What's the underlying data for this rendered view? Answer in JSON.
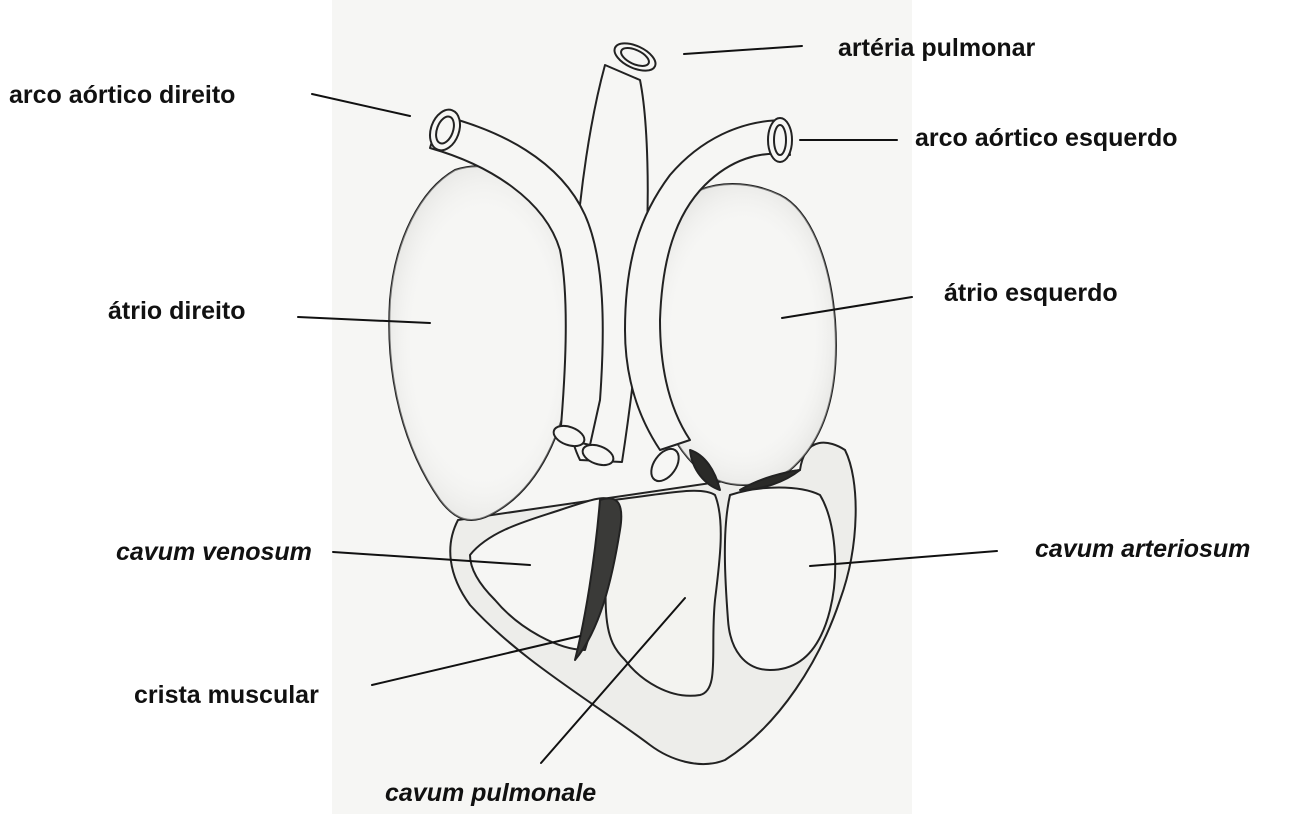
{
  "labels": {
    "arteria_pulmonar": "artéria pulmonar",
    "arco_aortico_direito": "arco aórtico direito",
    "arco_aortico_esquerdo": "arco aórtico esquerdo",
    "atrio_direito": "átrio direito",
    "atrio_esquerdo": "átrio esquerdo",
    "cavum_venosum": "cavum venosum",
    "cavum_arteriosum": "cavum arteriosum",
    "crista_muscular": "crista muscular",
    "cavum_pulmonale": "cavum pulmonale"
  }
}
